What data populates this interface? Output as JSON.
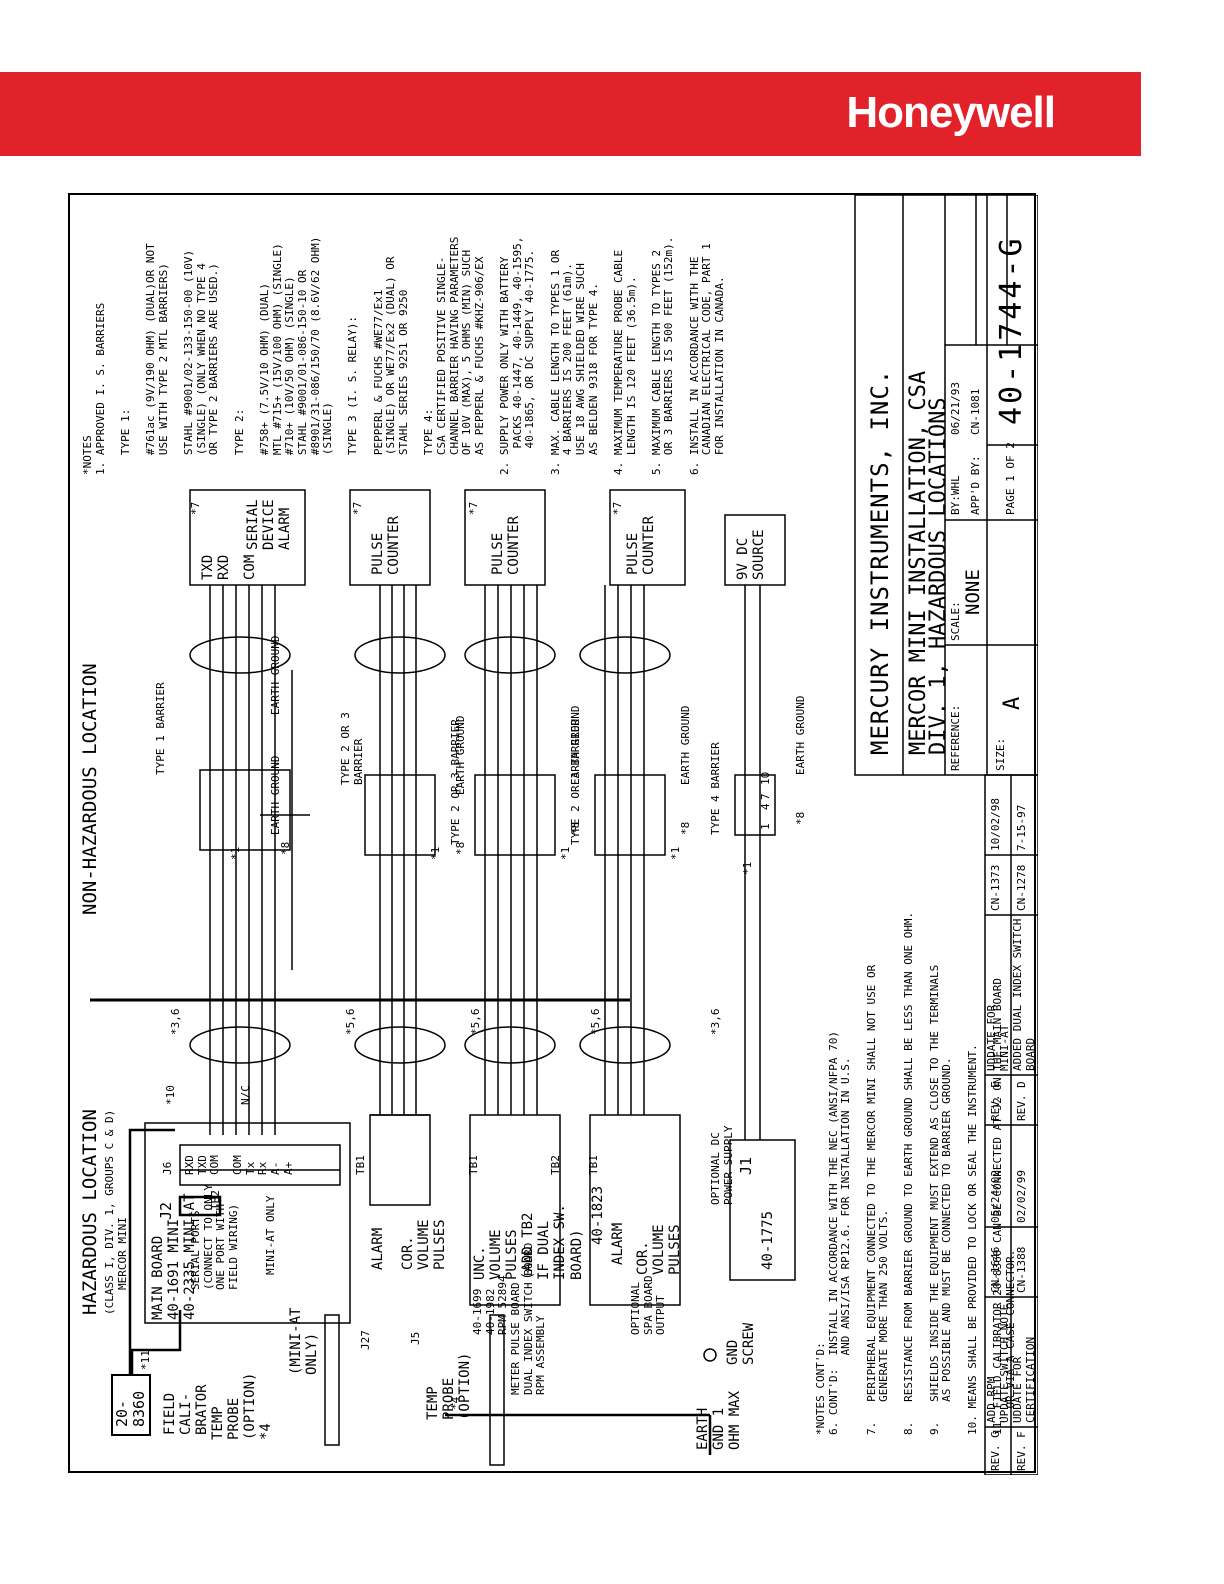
{
  "brand": {
    "logo_text": "Honeywell",
    "banner_color": "#e2222a"
  },
  "zones": {
    "hazardous_title": "HAZARDOUS LOCATION",
    "hazardous_sub1": "(CLASS I, DIV. 1, GROUPS C & D)",
    "hazardous_sub2": "MERCOR MINI",
    "non_hazardous_title": "NON-HAZARDOUS LOCATION"
  },
  "left_devices": {
    "calibrator_box": "20-\n8360",
    "calibrator_label": "FIELD\nCALI-\nBRATOR",
    "calibrator_note": "*11",
    "temp_probe_1": "TEMP\nPROBE\n(OPTION)\n*4",
    "mini_at_only": "(MINI-AT\nONLY)",
    "temp_probe_2": "TEMP\nPROBE\n(OPTION)",
    "temp_probe_2_note": "*4",
    "earth_gnd": "EARTH\nGND 1\nOHM MAX",
    "gnd_screw": "GND\nSCREW"
  },
  "main_board": {
    "title": "MAIN BOARD\n40-1691 MINI\n40-2335 MINI-AT",
    "serial_ports": "SERIAL PORTS\n(CONNECT TO ONLY\nONE PORT WITH\nFIELD WIRING)",
    "mini_at_only": "MINI-AT ONLY",
    "j2": "J2",
    "j6": "J6",
    "tb2": "TB2",
    "j6_pins": "RXD\nTXD\nCOM",
    "tb2_pins": "COM\nTx\nRx\nA-\nA+",
    "j27": "J27",
    "j5": "J5",
    "nc": "N/C",
    "note10": "*10",
    "tb1": "TB1",
    "alarm": "ALARM",
    "cor_volume": "COR.\nVOLUME\nPULSES"
  },
  "dual_index": {
    "part": "40-1699\n40-1982\nRPM 52894",
    "label": "UNC.\nVOLUME\nPULSES\n(ADD TB2\nIF DUAL\nINDEX SW.\nBOARD)",
    "board": "METER PULSE BOARD\nDUAL INDEX SWITCH BOARD\nRPM ASSEMBLY",
    "tb1": "TB1",
    "tb2": "TB2"
  },
  "spa_board": {
    "part": "40-1823",
    "alarm": "ALARM",
    "cor_volume": "COR.\nVOLUME\nPULSES",
    "label": "OPTIONAL\nSPA BOARD\nOUTPUT",
    "tb1": "TB1"
  },
  "power": {
    "title": "OPTIONAL DC\nPOWER SUPPLY",
    "j1": "J1",
    "part": "40-1775"
  },
  "wiring_notes": {
    "n36a": "*3,6",
    "n56a": "*5,6",
    "n56b": "*5,6",
    "n56c": "*5,6",
    "n36b": "*3,6"
  },
  "barriers": [
    {
      "name": "TYPE 1 BARRIER",
      "note1": "*1",
      "note8": "*8",
      "ground": "EARTH GROUND",
      "ground2": "EARTH GROUND"
    },
    {
      "name": "TYPE 2 OR 3\nBARRIER",
      "note1": "*1",
      "note8": "*8",
      "ground": "EARTH GROUND"
    },
    {
      "name": "TYPE 2 OR 3 BARRIER",
      "note1": "*1",
      "note8": "*8",
      "ground": "EARTH GROUND"
    },
    {
      "name": "TYPE 2 OR 3 BARRIER",
      "note1": "*1",
      "note8": "*8",
      "ground": "EARTH GROUND"
    },
    {
      "name": "TYPE 4 BARRIER",
      "note1": "*1",
      "note8": "*8",
      "ground": "EARTH GROUND",
      "t1": "1",
      "t4": "4",
      "t7": "7",
      "t10": "10"
    }
  ],
  "right_devices": {
    "serial": "TXD\nRXD",
    "serial_com": "COM",
    "serial_label": "SERIAL\nDEVICE\nALARM",
    "serial_note": "*7",
    "pulse1": "PULSE\nCOUNTER",
    "pulse1_note": "*7",
    "pulse2": "PULSE\nCOUNTER",
    "pulse2_note": "*7",
    "pulse3": "PULSE\nCOUNTER",
    "pulse3_note": "*7",
    "source": "9V DC\nSOURCE"
  },
  "notes_main": "*NOTES\n1. APPROVED I. S. BARRIERS\n\n   TYPE 1:\n\n   #761ac (9V/190 OHM) (DUAL)OR NOT\n   USE WITH TYPE 2 MTL BARRIERS)\n\n   STAHL #9001/02-133-150-00 (10V)\n   (SINGLE) (ONLY WHEN NO TYPE 4\n   OR TYPE 2 BARRIERS ARE USED.)\n\n   TYPE 2:\n\n   #758+ (7.5V/10 OHM) (DUAL)\n   MTL #715+ (15V/100 OHM) (SINGLE)\n   #710+ (10V/50 OHM) (SINGLE)\n   STAHL #9001/01-086-150-10 OR\n   #8901/31-086/150/70 (8.6V/62 OHM)\n   (SINGLE)\n\n   TYPE 3 (I. S. RELAY):\n\n   PEPPERL & FUCHS #WE77/Ex1\n   (SINGLE) OR WE77/Ex2 (DUAL) OR\n   STAHL SERIES 9251 OR 9250\n\n   TYPE 4:\n   CSA CERTIFIED POSITIVE SINGLE-\n   CHANNEL BARRIER HAVING PARAMETERS\n   OF 10V (MAX), 5 OHMS (MIN) SUCH\n   AS PEPPERL & FUCHS #KHZ-906/EX\n\n2. SUPPLY POWER ONLY WITH BATTERY\n    PACKS 40-1447, 40-1449, 40-1595,\n    40-1865, OR DC SUPPLY 40-1775.\n\n3. MAX. CABLE LENGTH TO TYPES 1 OR\n   4 BARRIERS IS 200 FEET (61m).\n   USE 18 AWG SHIELDED WIRE SUCH\n   AS BELDEN 9318 FOR TYPE 4.\n\n4. MAXIMUM TEMPERATURE PROBE CABLE\n   LENGTH IS 120 FEET (36.5m).\n\n5. MAXIMUM CABLE LENGTH TO TYPES 2\n   OR 3 BARRIERS IS 500 FEET (152m).\n\n6. INSTALL IN ACCORDANCE WITH THE\n   CANADIAN ELECTRICAL CODE, PART 1\n   FOR INSTALLATION IN CANADA.",
  "notes_cont": "*NOTES CONT'D:\n6. CONT'D:  INSTALL IN ACCORDANCE WITH THE NEC (ANSI/NFPA 70)\n            AND ANSI/ISA RP12.6. FOR INSTALLATION IN U.S.\n\n7.   PERIPHERAL EQUIPMENT CONNECTED TO THE MERCOR MINI SHALL NOT USE OR\n     GENERATE MORE THAN 250 VOLTS.\n\n8.   RESISTANCE FROM BARRIER GROUND TO EARTH GROUND SHALL BE LESS THAN ONE OHM.\n\n9.   SHIELDS INSIDE THE EQUIPMENT MUST EXTEND AS CLOSE TO THE TERMINALS\n     AS POSSIBLE AND MUST BE CONNECTED TO BARRIER GROUND.\n\n10. MEANS SHALL BE PROVIDED TO LOCK OR SEAL THE INSTRUMENT.\n\n11. FIELD CALIBRATOR 20-8360 CAN BE CONNECTED AT J2 ON THE MAIN BOARD\n    OR VIA A CASE CONNECTOR.",
  "revisions": [
    {
      "rev": "REV. G",
      "desc": "ADD RPM\nUPDATE SWITCH NOTE",
      "cn": "CN-1646",
      "date": "05/24/02",
      "rev2": "REV. E",
      "desc2": "UDDATE FOR\nMINI-AT",
      "cn2": "CN-1373",
      "date2": "10/02/98"
    },
    {
      "rev": "REV. F",
      "desc": "UDDATE FOR\nCERTIFICATION",
      "cn": "CN-1388",
      "date": "02/02/99",
      "rev2": "REV. D",
      "desc2": "ADDED DUAL INDEX SWITCH\nBOARD",
      "cn2": "CN-1278",
      "date2": "7-15-97"
    }
  ],
  "title_block": {
    "company": "MERCURY INSTRUMENTS, INC.",
    "title1": "MERCOR MINI INSTALLATION, CSA",
    "title2": "DIV. 1, HAZARDOUS LOCATIONS",
    "reference_label": "REFERENCE:",
    "scale_label": "SCALE:",
    "scale_value": "NONE",
    "by": "BY:WHL",
    "date": "06/21/93",
    "appd": "APP'D BY:",
    "cn": "CN-1081",
    "size_label": "SIZE:",
    "size_value": "A",
    "page": "PAGE 1 OF 2",
    "dwg_no": "40-1744-G"
  }
}
